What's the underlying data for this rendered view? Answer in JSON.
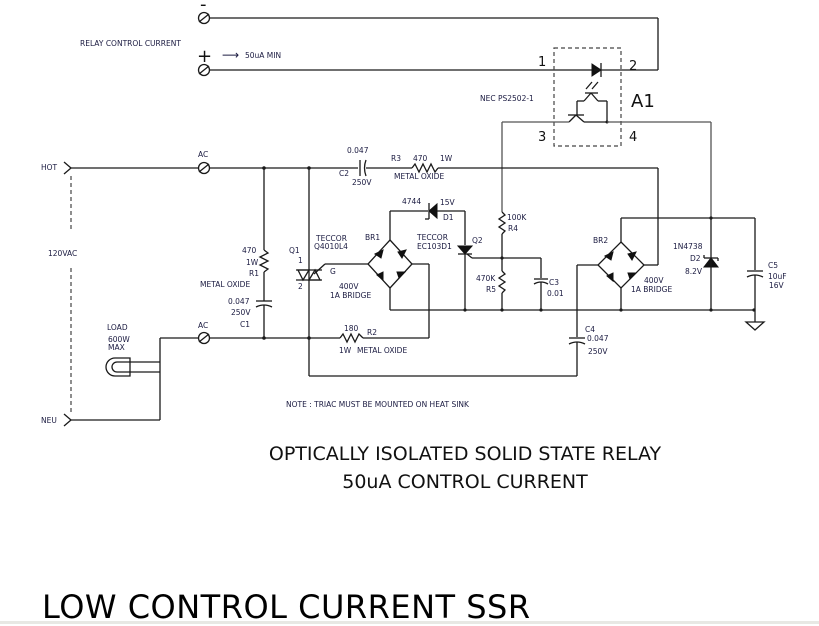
{
  "titles": {
    "main": "LOW CONTROL CURRENT SSR",
    "subtitle_line1": "OPTICALLY ISOLATED SOLID STATE RELAY",
    "subtitle_line2": "50uA CONTROL CURRENT"
  },
  "control": {
    "label": "RELAY CONTROL CURRENT",
    "minus": "-",
    "plus": "+",
    "arrow": "⟶",
    "min_current": "50uA MIN"
  },
  "optocoupler": {
    "ref": "A1",
    "part": "NEC PS2502-1",
    "pins": [
      "1",
      "2",
      "3",
      "4"
    ]
  },
  "ac": {
    "hot": "HOT",
    "neu": "NEU",
    "voltage": "120VAC",
    "terminal_label": "AC"
  },
  "load": {
    "label": "LOAD",
    "rating_line1": "600W",
    "rating_line2": "MAX"
  },
  "components": {
    "r1": {
      "ref": "R1",
      "value": "470",
      "power": "1W",
      "type": "METAL OXIDE"
    },
    "c1": {
      "ref": "C1",
      "value": "0.047",
      "voltage": "250V"
    },
    "c2": {
      "ref": "C2",
      "value": "0.047",
      "voltage": "250V"
    },
    "r3": {
      "ref": "R3",
      "value": "470",
      "power": "1W",
      "type": "METAL OXIDE"
    },
    "q1": {
      "ref": "Q1",
      "maker": "TECCOR",
      "part": "Q4010L4",
      "pin1": "1",
      "pin2": "2",
      "gate": "G"
    },
    "br1": {
      "ref": "BR1",
      "rating_line1": "400V",
      "rating_line2": "1A BRIDGE"
    },
    "d1": {
      "ref": "D1",
      "part": "4744",
      "voltage": "15V"
    },
    "q2": {
      "ref": "Q2",
      "maker": "TECCOR",
      "part": "EC103D1"
    },
    "r4": {
      "ref": "R4",
      "value": "100K"
    },
    "r5": {
      "ref": "R5",
      "value": "470K"
    },
    "c3": {
      "ref": "C3",
      "value": "0.01"
    },
    "br2": {
      "ref": "BR2",
      "rating_line1": "400V",
      "rating_line2": "1A BRIDGE"
    },
    "d2": {
      "ref": "D2",
      "part": "1N4738",
      "voltage": "8.2V"
    },
    "c5": {
      "ref": "C5",
      "value": "10uF",
      "voltage": "16V"
    },
    "c4": {
      "ref": "C4",
      "value": "0.047",
      "voltage": "250V"
    },
    "r2": {
      "ref": "R2",
      "value": "180",
      "power": "1W",
      "type": "METAL OXIDE"
    }
  },
  "note": "NOTE : TRIAC MUST BE MOUNTED ON HEAT SINK"
}
